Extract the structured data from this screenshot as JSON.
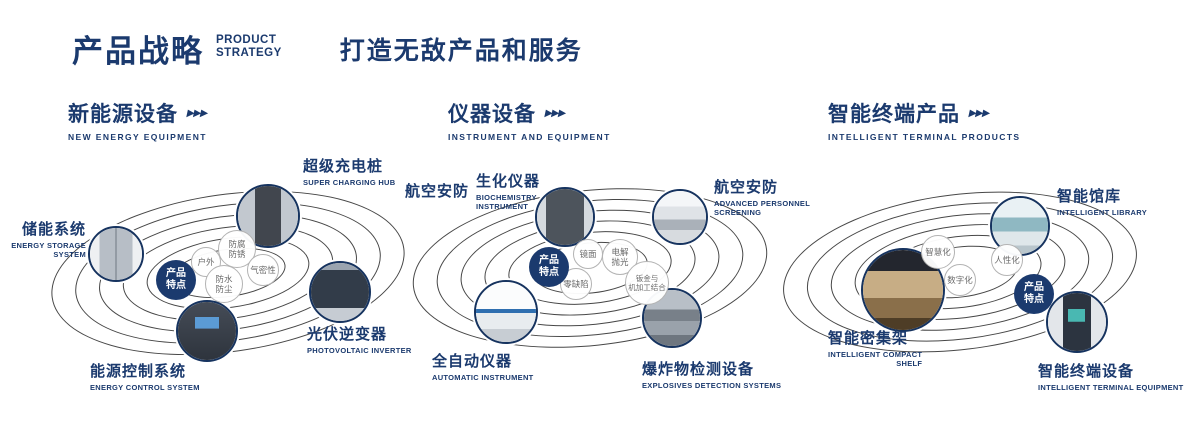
{
  "header": {
    "title": "产品战略",
    "subtitle_line1": "PRODUCT",
    "subtitle_line2": "STRATEGY",
    "slogan": "打造无敌产品和服务"
  },
  "icons": {
    "triple_arrow": "▶▶▶"
  },
  "colors": {
    "primary": "#1b3a6e",
    "ring": "#474747"
  },
  "sections": [
    {
      "title": "新能源设备",
      "subtitle": "NEW ENERGY EQUIPMENT",
      "badge": "产品\n特点",
      "products": [
        {
          "name": "超级充电桩",
          "en": "SUPER CHARGING HUB"
        },
        {
          "name": "储能系统",
          "en": "ENERGY STORAGE\nSYSTEM"
        },
        {
          "name": "光伏逆变器",
          "en": "PHOTOVOLTAIC INVERTER"
        },
        {
          "name": "能源控制系统",
          "en": "ENERGY CONTROL SYSTEM"
        }
      ],
      "features": [
        "户外",
        "防腐\n防锈",
        "防水\n防尘",
        "气密性"
      ]
    },
    {
      "title": "仪器设备",
      "subtitle": "INSTRUMENT AND EQUIPMENT",
      "badge": "产品\n特点",
      "extra_label": "航空安防",
      "products": [
        {
          "name": "生化仪器",
          "en": "BIOCHEMISTRY\nINSTRUMENT"
        },
        {
          "name": "航空安防",
          "en": "ADVANCED PERSONNEL\nSCREENING"
        },
        {
          "name": "全自动仪器",
          "en": "AUTOMATIC INSTRUMENT"
        },
        {
          "name": "爆炸物检测设备",
          "en": "EXPLOSIVES DETECTION SYSTEMS"
        }
      ],
      "features": [
        "镜面",
        "电解\n抛光",
        "零缺陷",
        "钣金与\n机加工结合"
      ]
    },
    {
      "title": "智能终端产品",
      "subtitle": "INTELLIGENT TERMINAL PRODUCTS",
      "badge": "产品\n特点",
      "products": [
        {
          "name": "智能馆库",
          "en": "INTELLIGENT LIBRARY"
        },
        {
          "name": "智能密集架",
          "en": "INTELLIGENT COMPACT\nSHELF"
        },
        {
          "name": "智能终端设备",
          "en": "INTELLIGENT TERMINAL EQUIPMENT"
        }
      ],
      "features": [
        "智慧化",
        "人性化",
        "数字化"
      ]
    }
  ]
}
